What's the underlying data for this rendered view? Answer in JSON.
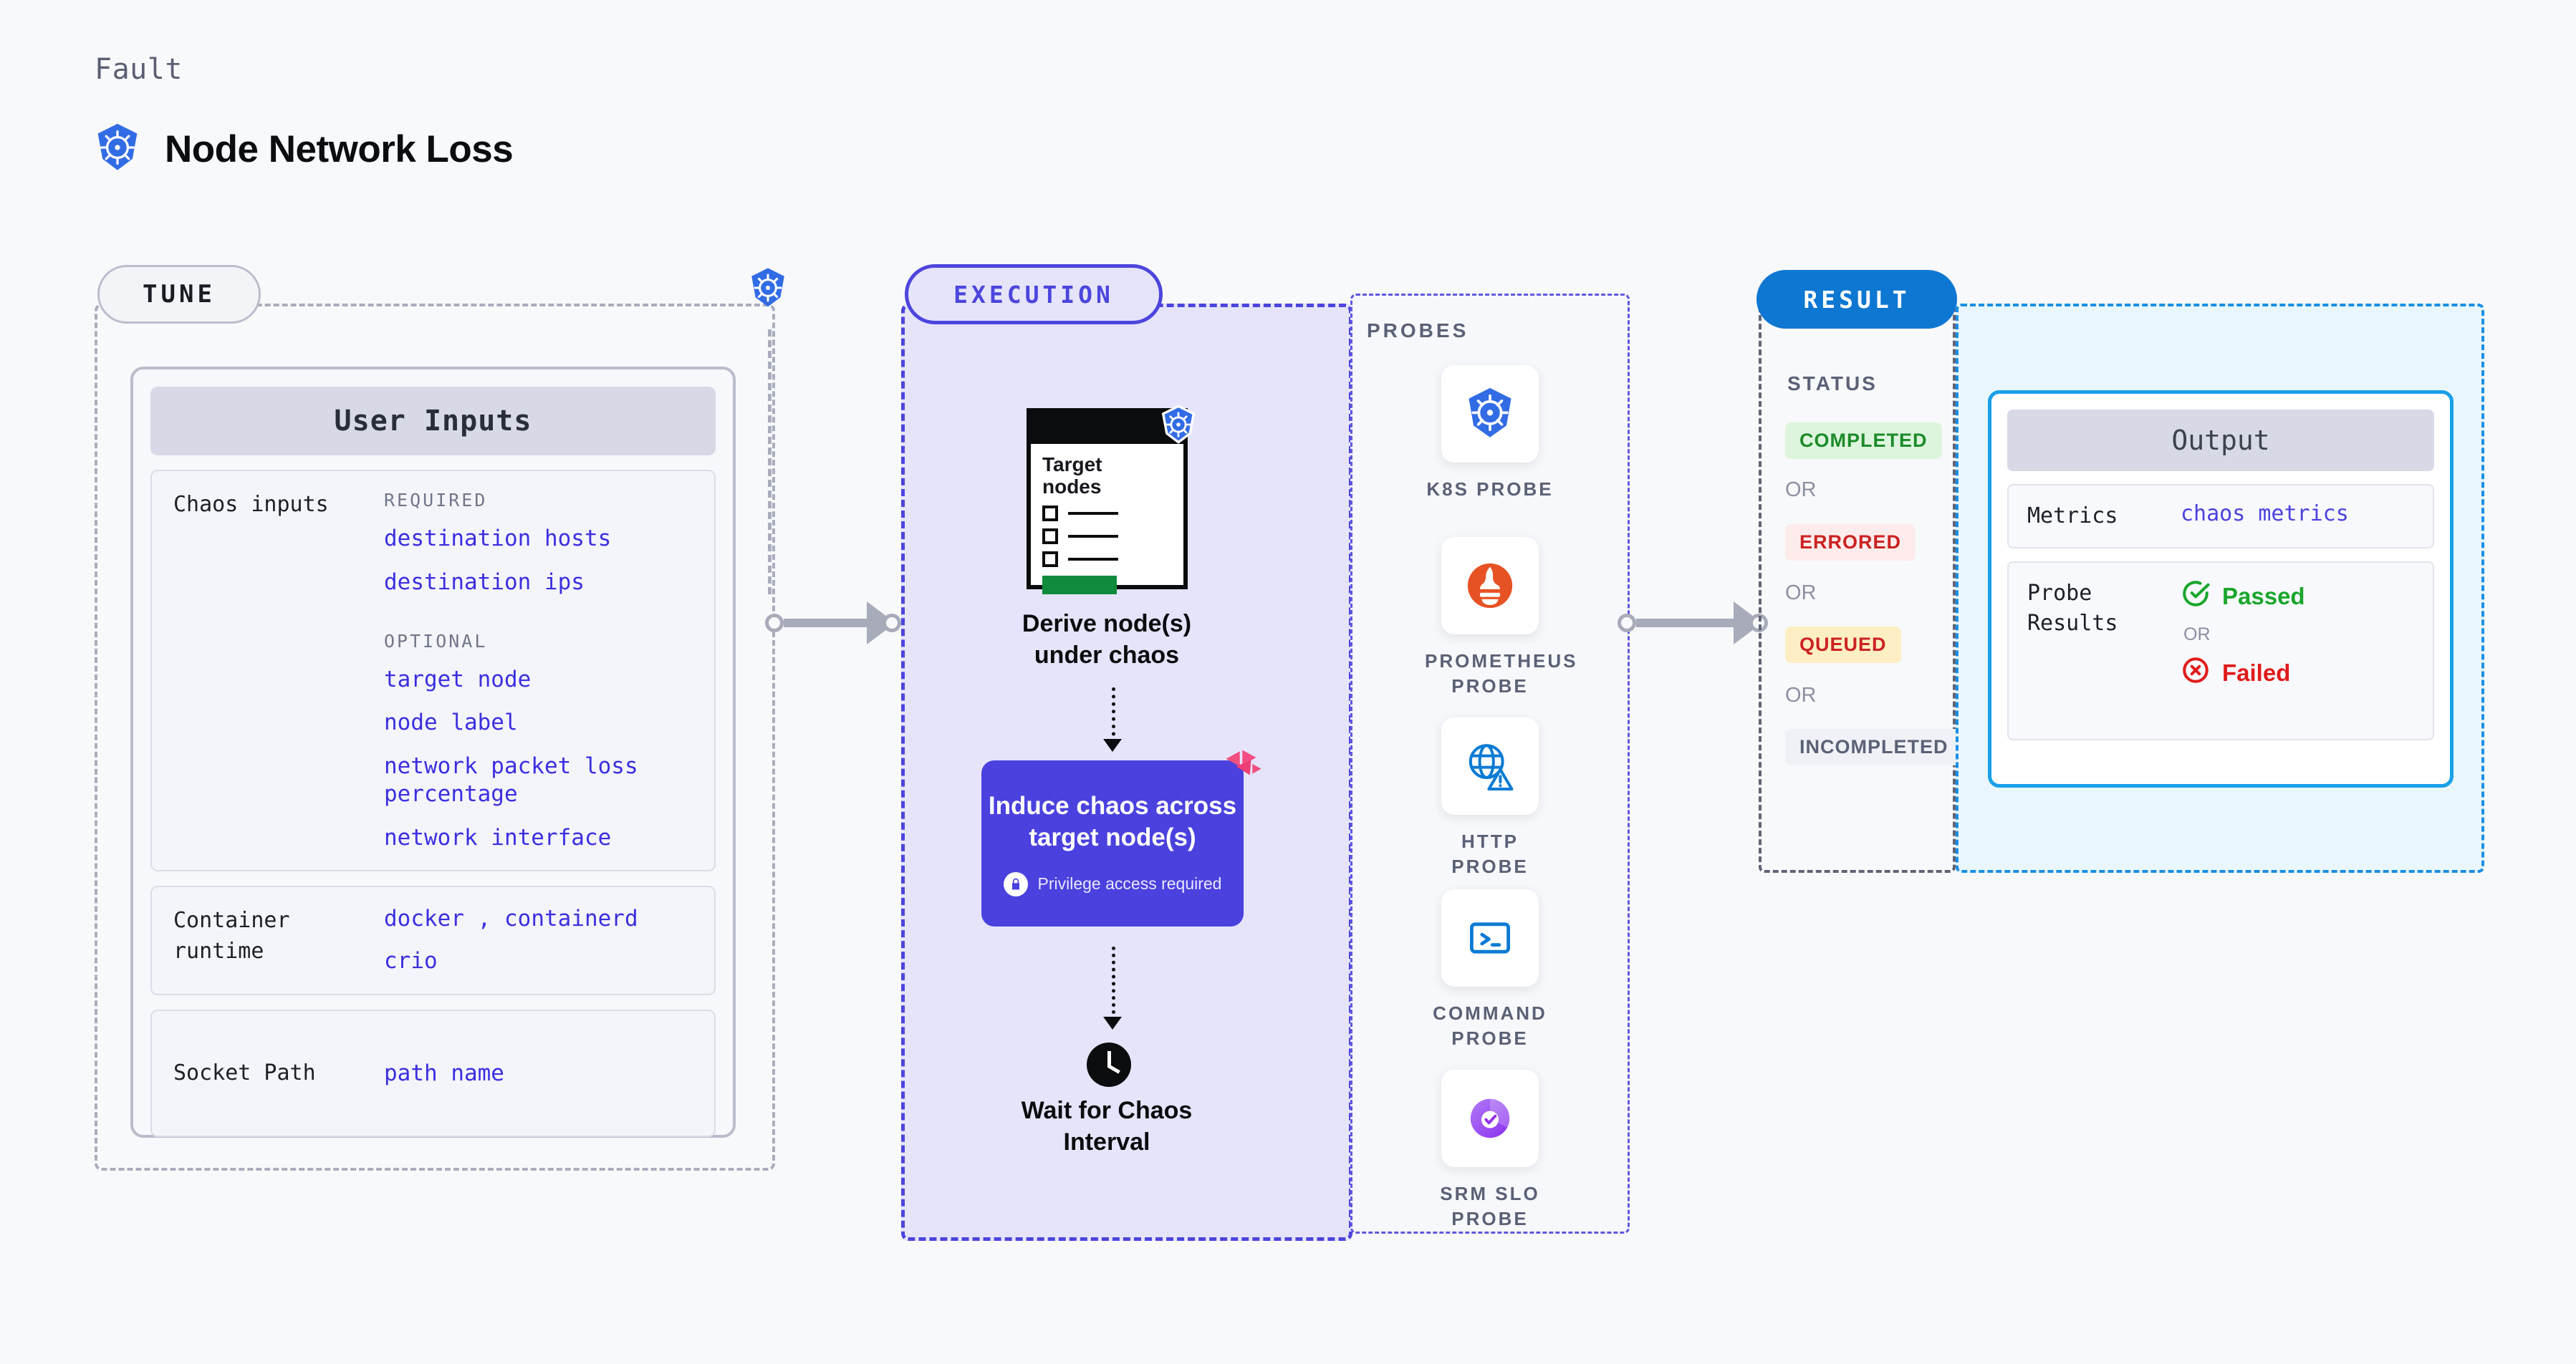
{
  "header": {
    "eyebrow": "Fault",
    "title": "Node Network Loss",
    "icon": "kubernetes-icon"
  },
  "tune": {
    "pill_label": "TUNE",
    "card_title": "User Inputs",
    "sections": [
      {
        "label": "Chaos inputs",
        "groups": [
          {
            "title": "REQUIRED",
            "values": [
              "destination hosts",
              "destination ips"
            ]
          },
          {
            "title": "OPTIONAL",
            "values": [
              "target node",
              "node label",
              "network packet loss percentage",
              "network interface"
            ]
          }
        ]
      },
      {
        "label": "Container runtime",
        "values_inline": [
          "docker",
          "containerd"
        ],
        "separator": ",",
        "values": [
          "crio"
        ]
      },
      {
        "label": "Socket Path",
        "values": [
          "path name"
        ]
      }
    ]
  },
  "execution": {
    "pill_label": "EXECUTION",
    "node_card": {
      "title_line1": "Target",
      "title_line2": "nodes",
      "checkbox_count": 3,
      "bar_color": "#108a3d"
    },
    "derive_caption_line1": "Derive node(s)",
    "derive_caption_line2": "under chaos",
    "chaos_box": {
      "title_line1": "Induce chaos across",
      "title_line2": "target node(s)",
      "note": "Privilege access required",
      "icon": "lock-icon",
      "color": "#4a41de"
    },
    "wait_caption_line1": "Wait for Chaos",
    "wait_caption_line2": "Interval",
    "wait_icon": "clock-icon"
  },
  "probes": {
    "title": "PROBES",
    "items": [
      {
        "icon": "kubernetes-icon",
        "label_line1": "K8S PROBE",
        "label_line2": ""
      },
      {
        "icon": "prometheus-icon",
        "label_line1": "PROMETHEUS",
        "label_line2": "PROBE"
      },
      {
        "icon": "globe-warning-icon",
        "label_line1": "HTTP PROBE",
        "label_line2": ""
      },
      {
        "icon": "terminal-icon",
        "label_line1": "COMMAND",
        "label_line2": "PROBE"
      },
      {
        "icon": "srm-slo-icon",
        "label_line1": "SRM SLO",
        "label_line2": "PROBE"
      }
    ]
  },
  "result": {
    "pill_label": "RESULT",
    "status_title": "STATUS",
    "or_label": "OR",
    "statuses": [
      {
        "label": "COMPLETED",
        "color": "#1d8b2a",
        "bg": "#ddf5dd"
      },
      {
        "label": "ERRORED",
        "color": "#cb2222",
        "bg": "#fdeceb"
      },
      {
        "label": "QUEUED",
        "color": "#cb2222",
        "bg": "#fdeec4"
      },
      {
        "label": "INCOMPLETED",
        "color": "#5b6176",
        "bg": "#eff1f6"
      }
    ]
  },
  "output": {
    "card_title": "Output",
    "rows": [
      {
        "label": "Metrics",
        "value": "chaos metrics"
      }
    ],
    "probe_results": {
      "label_line1": "Probe",
      "label_line2": "Results",
      "passed": "Passed",
      "failed": "Failed",
      "or_label": "OR",
      "passed_color": "#1aa62c",
      "failed_color": "#e01b1b"
    }
  }
}
